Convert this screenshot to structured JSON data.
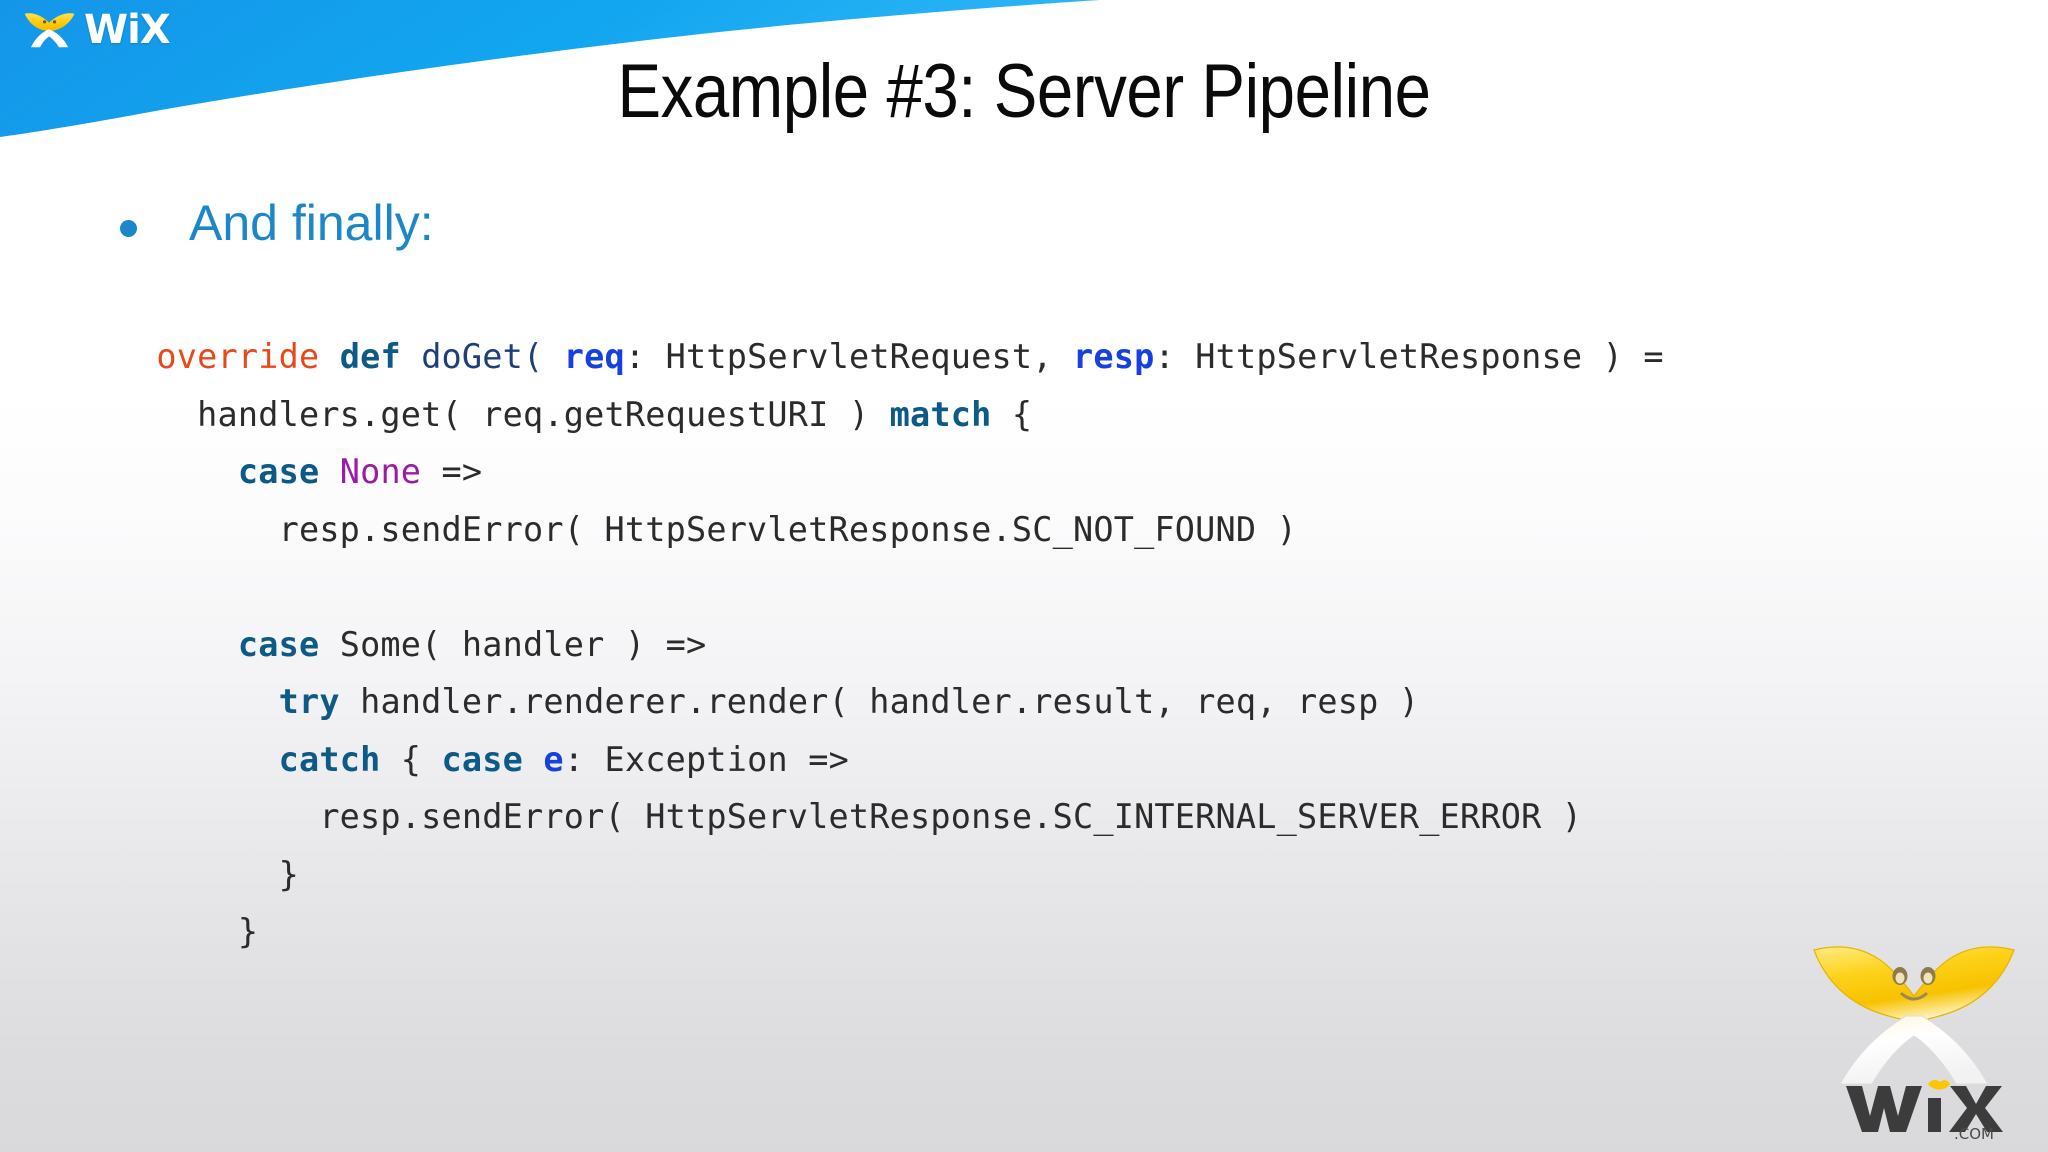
{
  "slide": {
    "title": "Example #3: Server Pipeline",
    "background_top_color": "#ffffff",
    "background_bottom_color": "#d9d9db"
  },
  "brand": {
    "banner_wordmark": "WiX",
    "banner_color": "#12a3ec",
    "star_icon": "wix-star-icon",
    "footer_wordmark": "WiX",
    "footer_suffix": ".COM",
    "footer_star_color": "#fcc600"
  },
  "bullets": [
    {
      "text": "And finally:",
      "color": "#1b87c9"
    }
  ],
  "code": {
    "language": "scala",
    "colors": {
      "override": "#e8491b",
      "keyword": "#0e5a86",
      "function": "#1f3f7a",
      "param": "#1740e0",
      "object": "#9b1ba8",
      "plain": "#2b2b2b"
    },
    "lines": [
      {
        "id": "line-1",
        "tokens": [
          {
            "t": " ",
            "c": "plain"
          },
          {
            "t": "override",
            "c": "override"
          },
          {
            "t": " ",
            "c": "plain"
          },
          {
            "t": "def",
            "c": "keyword"
          },
          {
            "t": " ",
            "c": "plain"
          },
          {
            "t": "doGet(",
            "c": "function"
          },
          {
            "t": " ",
            "c": "plain"
          },
          {
            "t": "req",
            "c": "param"
          },
          {
            "t": ": HttpServletRequest, ",
            "c": "plain"
          },
          {
            "t": "resp",
            "c": "param"
          },
          {
            "t": ": HttpServletResponse ) =",
            "c": "plain"
          }
        ]
      },
      {
        "id": "line-2",
        "tokens": [
          {
            "t": "   handlers.get( req.getRequestURI ) ",
            "c": "plain"
          },
          {
            "t": "match",
            "c": "keyword"
          },
          {
            "t": " {",
            "c": "plain"
          }
        ]
      },
      {
        "id": "line-3",
        "tokens": [
          {
            "t": "     ",
            "c": "plain"
          },
          {
            "t": "case",
            "c": "keyword"
          },
          {
            "t": " ",
            "c": "plain"
          },
          {
            "t": "None",
            "c": "object"
          },
          {
            "t": " =>",
            "c": "plain"
          }
        ]
      },
      {
        "id": "line-4",
        "tokens": [
          {
            "t": "       resp.sendError( HttpServletResponse.SC_NOT_FOUND )",
            "c": "plain"
          }
        ]
      },
      {
        "id": "line-5",
        "tokens": [
          {
            "t": " ",
            "c": "plain"
          }
        ]
      },
      {
        "id": "line-6",
        "tokens": [
          {
            "t": "     ",
            "c": "plain"
          },
          {
            "t": "case",
            "c": "keyword"
          },
          {
            "t": " Some( handler ) =>",
            "c": "plain"
          }
        ]
      },
      {
        "id": "line-7",
        "tokens": [
          {
            "t": "       ",
            "c": "plain"
          },
          {
            "t": "try",
            "c": "keyword"
          },
          {
            "t": " handler.renderer.render( handler.result, req, resp )",
            "c": "plain"
          }
        ]
      },
      {
        "id": "line-8",
        "tokens": [
          {
            "t": "       ",
            "c": "plain"
          },
          {
            "t": "catch",
            "c": "keyword"
          },
          {
            "t": " { ",
            "c": "plain"
          },
          {
            "t": "case",
            "c": "keyword"
          },
          {
            "t": " ",
            "c": "plain"
          },
          {
            "t": "e",
            "c": "param"
          },
          {
            "t": ": Exception =>",
            "c": "plain"
          }
        ]
      },
      {
        "id": "line-9",
        "tokens": [
          {
            "t": "         resp.sendError( HttpServletResponse.SC_INTERNAL_SERVER_ERROR )",
            "c": "plain"
          }
        ]
      },
      {
        "id": "line-10",
        "tokens": [
          {
            "t": "       }",
            "c": "plain"
          }
        ]
      },
      {
        "id": "line-11",
        "tokens": [
          {
            "t": "     }",
            "c": "plain"
          }
        ]
      }
    ]
  }
}
